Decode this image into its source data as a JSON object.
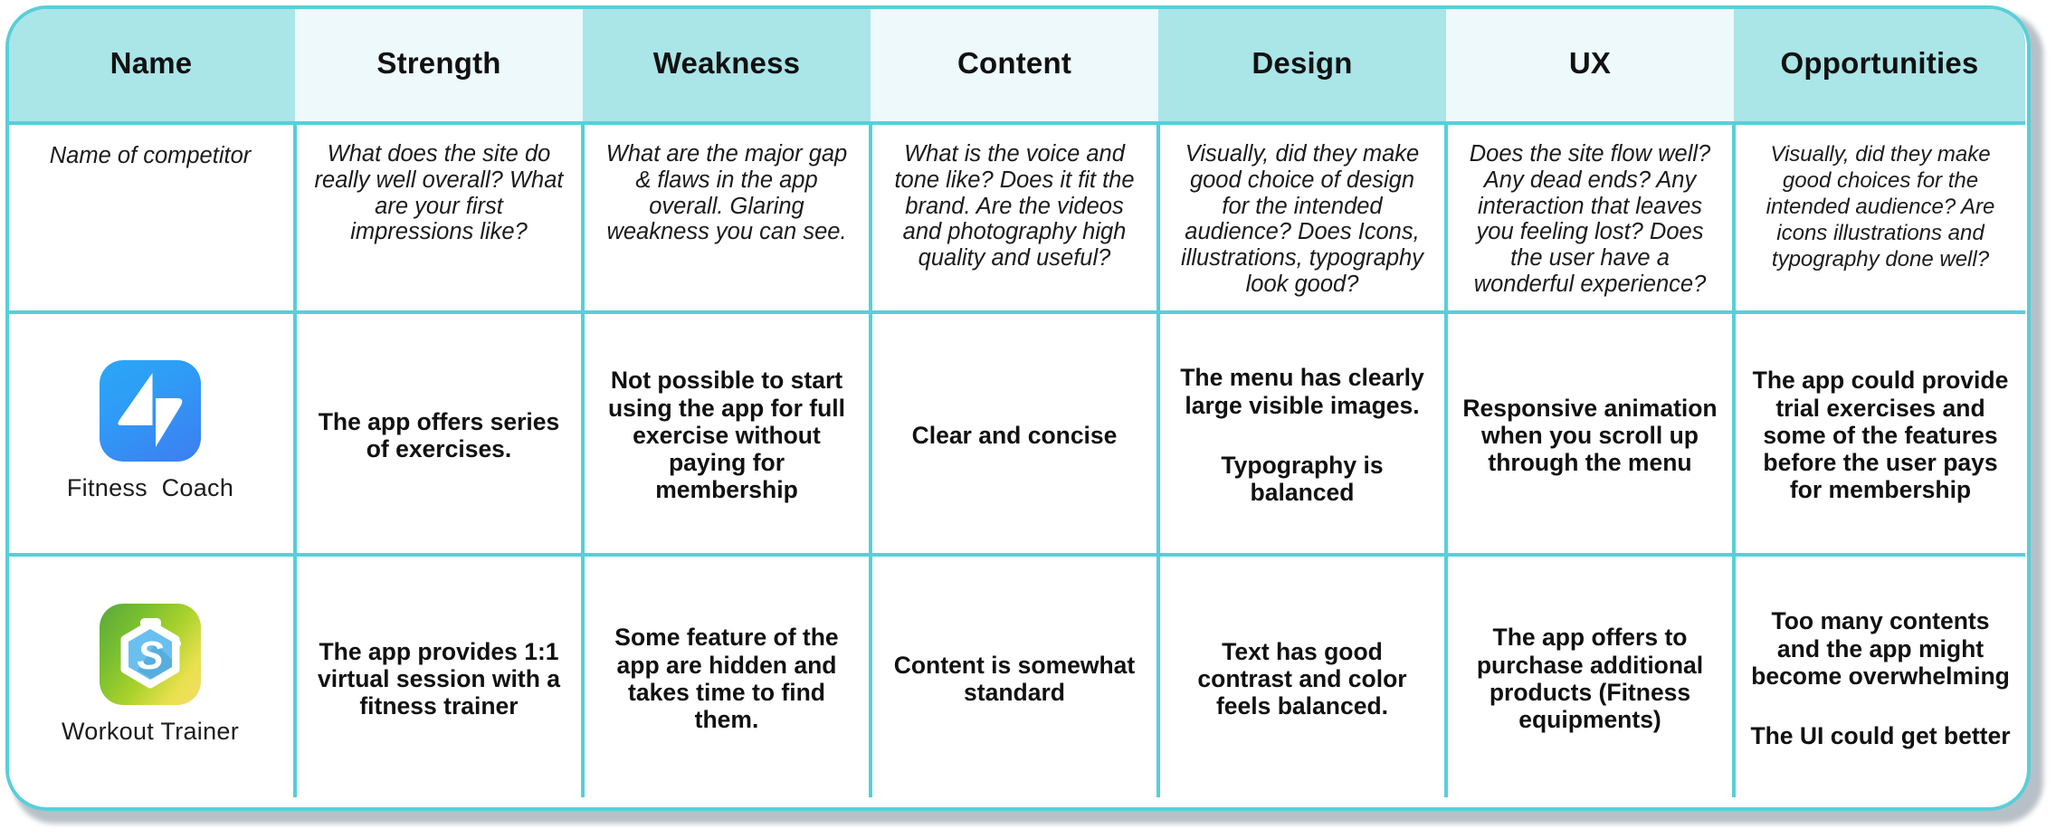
{
  "table": {
    "accent_border": "#57cfd9",
    "header_dark": "#aae5e8",
    "header_pale": "#edf9fb",
    "columns": [
      {
        "key": "name",
        "label": "Name",
        "tone": "dark"
      },
      {
        "key": "strength",
        "label": "Strength",
        "tone": "pale"
      },
      {
        "key": "weakness",
        "label": "Weakness",
        "tone": "dark"
      },
      {
        "key": "content",
        "label": "Content",
        "tone": "pale"
      },
      {
        "key": "design",
        "label": "Design",
        "tone": "dark"
      },
      {
        "key": "ux",
        "label": "UX",
        "tone": "pale"
      },
      {
        "key": "opportunities",
        "label": "Opportunities",
        "tone": "dark"
      }
    ],
    "guide_row": {
      "name": "Name of competitor",
      "strength": "What does the site do really well overall? What are your first impressions like?",
      "weakness": "What are the major gap & flaws in the app overall. Glaring weakness you can see.",
      "content": "What is the voice and tone like? Does it fit the brand. Are the videos and photography high quality and useful?",
      "design": "Visually, did they make good choice of design for the intended audience? Does Icons, illustrations, typography look good?",
      "ux": "Does the site flow well? Any dead ends? Any interaction that leaves you feeling lost? Does the user have a wonderful experience?",
      "opportunities": "Visually, did they make good choices for the intended audience? Are icons illustrations and typography done well?"
    },
    "rows": [
      {
        "app_name": "Fitness  Coach",
        "app_icon": "fitness-coach-app-icon",
        "strength": "The app offers series of exercises.",
        "weakness": "Not possible to start using the app for full exercise without paying for membership",
        "content": "Clear and concise",
        "design_paragraphs": [
          "The menu has clearly large visible images.",
          "Typography is balanced"
        ],
        "ux": "Responsive animation when you scroll up through the menu",
        "opportunities_paragraphs": [
          "The app could provide trial exercises and some of the features before the user pays for membership"
        ]
      },
      {
        "app_name": "Workout Trainer",
        "app_icon": "workout-trainer-app-icon",
        "strength": "The app provides 1:1 virtual session with a fitness trainer",
        "weakness": "Some feature of the app are hidden and takes time to find them.",
        "content": "Content is somewhat standard",
        "design_paragraphs": [
          "Text has good contrast and color feels balanced."
        ],
        "ux": "The app offers to purchase additional products (Fitness equipments)",
        "opportunities_paragraphs": [
          "Too many contents and the app might become overwhelming",
          "The UI could get better"
        ]
      }
    ]
  }
}
